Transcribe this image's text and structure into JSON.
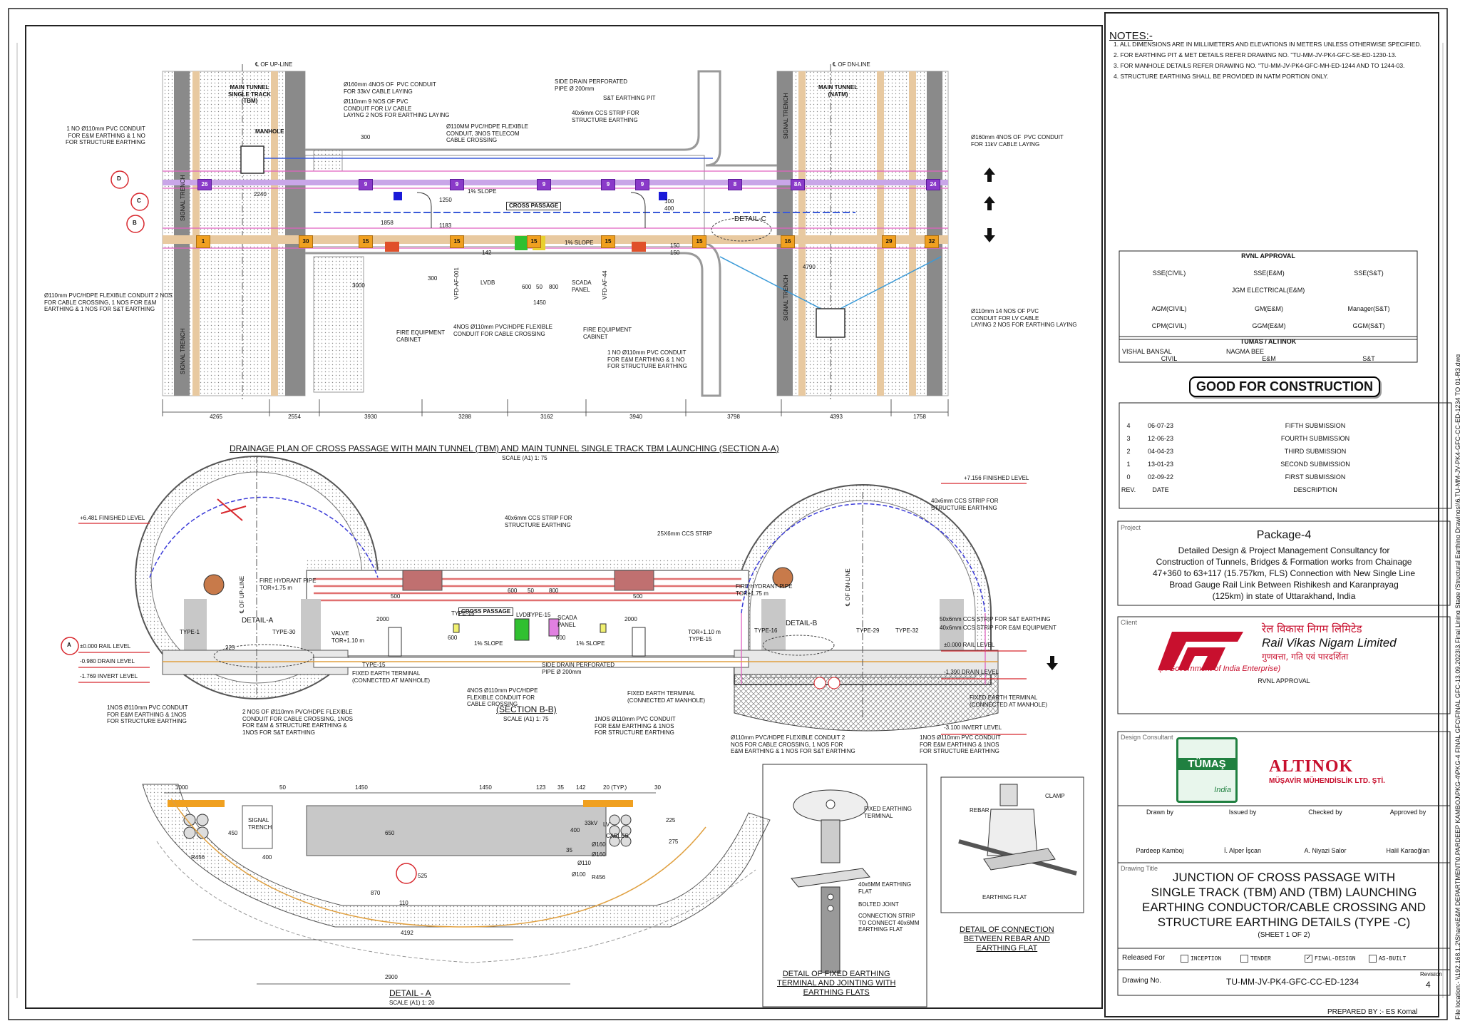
{
  "notes": {
    "title": "NOTES:-",
    "items": [
      "1.   ALL DIMENSIONS ARE IN MILLIMETERS AND ELEVATIONS IN METERS UNLESS OTHERWISE SPECIFIED.",
      "2.   FOR EARTHING PIT & MET DETAILS REFER DRAWING NO. \"TU-MM-JV-PK4-GFC-SE-ED-1230-13.",
      "3.   FOR MANHOLE DETAILS REFER DRAWING NO. \"TU-MM-JV-PK4-GFC-MH-ED-1244 AND TO 1244-03.",
      "4.   STRUCTURE EARTHING SHALL BE PROVIDED IN NATM PORTION ONLY."
    ]
  },
  "approval": {
    "title": "RVNL APPROVAL",
    "row1": [
      "SSE(CIVIL)",
      "SSE(E&M)",
      "SSE(S&T)"
    ],
    "row2": "JGM ELECTRICAL(E&M)",
    "row3": [
      "AGM(CIVIL)",
      "GM(E&M)",
      "Manager(S&T)"
    ],
    "row4": [
      "CPM(CIVIL)",
      "GGM(E&M)",
      "GGM(S&T)"
    ],
    "tumas_title": "TUMAS / ALTINOK",
    "names": [
      "VISHAL BANSAL",
      "NAGMA BEE"
    ],
    "disciplines": [
      "CIVIL",
      "E&M",
      "S&T"
    ]
  },
  "gfc_stamp": "GOOD FOR CONSTRUCTION",
  "revisions": {
    "rows": [
      {
        "rev": "4",
        "date": "06-07-23",
        "desc": "FIFTH SUBMISSION"
      },
      {
        "rev": "3",
        "date": "12-06-23",
        "desc": "FOURTH SUBMISSION"
      },
      {
        "rev": "2",
        "date": "04-04-23",
        "desc": "THIRD SUBMISSION"
      },
      {
        "rev": "1",
        "date": "13-01-23",
        "desc": "SECOND SUBMISSION"
      },
      {
        "rev": "0",
        "date": "02-09-22",
        "desc": "FIRST SUBMISSION"
      }
    ],
    "header": {
      "rev": "REV.",
      "date": "DATE",
      "desc": "DESCRIPTION"
    }
  },
  "project": {
    "label": "Project",
    "package": "Package-4",
    "lines": [
      "Detailed Design & Project Management Consultancy for",
      "Construction of Tunnels, Bridges & Formation works from Chainage",
      "47+360 to 63+117 (15.757km, FLS) Connection with New Single Line",
      "Broad Gauge Rail Link Between Rishikesh and Karanprayag",
      "(125km) in state of Uttarakhand, India"
    ]
  },
  "client": {
    "label": "Client",
    "name_hindi": "रेल विकास निगम लिमिटेड",
    "name": "Rail Vikas Nigam Limited",
    "motto": "गुणवत्ता, गति एवं पारदर्शिता",
    "gov": "(A Government of India Enterprise)",
    "approval": "RVNL APPROVAL"
  },
  "consultant": {
    "label": "Design Consultant",
    "tumas": "TÜMAŞ",
    "india": "India",
    "altinok": "ALTINOK",
    "altinok_sub": "MÜŞAVİR MÜHENDİSLİK LTD. ŞTİ.",
    "roles": [
      "Drawn by",
      "Issued by",
      "Checked by",
      "Approved by"
    ],
    "people": [
      "Pardeep Kamboj",
      "İ. Alper İşcan",
      "A. Niyazi Salor",
      "Halil Karaoğlan"
    ]
  },
  "drawing_title": {
    "label": "Drawing Title",
    "lines": [
      "JUNCTION OF CROSS PASSAGE WITH",
      "SINGLE TRACK (TBM) AND (TBM)  LAUNCHING",
      "EARTHING CONDUCTOR/CABLE CROSSING AND",
      "STRUCTURE EARTHING DETAILS (TYPE -C)"
    ],
    "sheet": "(SHEET 1 OF 2)"
  },
  "released": {
    "label": "Released For",
    "options": [
      "INCEPTION",
      "TENDER",
      "FINAL-DESIGN",
      "AS-BUILT"
    ],
    "checked": "FINAL-DESIGN"
  },
  "drawing_no": {
    "label": "Drawing No.",
    "value": "TU-MM-JV-PK4-GFC-CC-ED-1234",
    "rev_label": "Revision",
    "rev": "4"
  },
  "prepared_by": "PREPARED BY :- ES Komal",
  "file_location": "File location:- \\\\192.168.1.2\\Share\\E&M DEPARTMENT\\0.PARDEEP KAMBOJ\\PKG-4\\PKG-4 FINAL GFC\\FINAL GFC-13.09.2023\\3.Final Lining Stage (Structural Earthing Drawings)\\6.TU-MM-JV-PK4-GFC-CC-ED-1234 TO 01-R3.dwg",
  "plan": {
    "caption": "DRAINAGE  PLAN OF CROSS PASSAGE  WITH MAIN TUNNEL (TBM) AND MAIN TUNNEL SINGLE TRACK TBM LAUNCHING (SECTION A-A)",
    "scale": "SCALE (A1) 1: 75",
    "up_line": "℄ OF UP-LINE",
    "dn_line": "℄ OF DN-LINE",
    "main_tunnel_left": "MAIN TUNNEL\nSINGLE TRACK\n(TBM)",
    "main_tunnel_right": "MAIN TUNNEL\n(NATM)",
    "manhole": "MANHOLE",
    "signal_trench": "SIGNAL TRENCH",
    "cross_passage": "CROSS PASSAGE",
    "detail_c": "DETAIL-C",
    "slope": "1% SLOPE",
    "dims_bottom": [
      "4265",
      "2554",
      "3930",
      "3288",
      "3162",
      "3940",
      "3798",
      "4393",
      "1758"
    ],
    "pit_labels_top": [
      "26",
      "9",
      "9",
      "9",
      "9",
      "9",
      "8",
      "8A",
      "24"
    ],
    "pit_labels_bottom": [
      "1",
      "30",
      "15",
      "15",
      "15",
      "15",
      "15",
      "16",
      "29",
      "32"
    ],
    "dims_misc": [
      "300",
      "300",
      "3000",
      "2240",
      "1858",
      "1183",
      "1250",
      "142",
      "600",
      "50",
      "800",
      "1450",
      "400",
      "150",
      "4790",
      "100",
      "150"
    ],
    "notes": {
      "n1": "Ø160mm 4NOS OF  PVC CONDUIT\nFOR 33kV CABLE LAYING",
      "n2": "Ø110mm 9 NOS OF PVC\nCONDUIT FOR LV CABLE\nLAYING 2 NOS FOR EARTHING LAYING",
      "n3": "SIDE DRAIN PERFORATED\nPIPE Ø 200mm",
      "n4": "S&T EARTHING PIT",
      "n5": "40x6mm CCS STRIP FOR\nSTRUCTURE EARTHING",
      "n6": "Ø110MM PVC/HDPE FLEXIBLE\nCONDUIT, 3NOS TELECOM\nCABLE CROSSING",
      "n7": "1 NO Ø110mm PVC CONDUIT\nFOR E&M EARTHING & 1 NO\nFOR STRUCTURE EARTHING",
      "n8": "Ø160mm 4NOS OF  PVC CONDUIT\nFOR 11kV CABLE LAYING",
      "n9": "Ø110mm PVC/HDPE FLEXIBLE CONDUIT 2 NOS\nFOR CABLE CROSSING, 1 NOS FOR E&M\nEARTHING & 1 NOS FOR S&T EARTHING",
      "n10": "Ø110mm 14 NOS OF PVC\nCONDUIT FOR LV CABLE\nLAYING 2 NOS FOR EARTHING LAYING",
      "n11": "FIRE EQUIPMENT\nCABINET",
      "n12": "4NOS Ø110mm PVC/HDPE FLEXIBLE\nCONDUIT FOR CABLE CROSSING",
      "n13": "FIRE EQUIPMENT\nCABINET",
      "n14": "1 NO Ø110mm PVC CONDUIT\nFOR E&M EARTHING & 1 NO\nFOR STRUCTURE EARTHING",
      "n15": "LVDB",
      "n16": "SCADA\nPANEL",
      "n17": "VFD-AF-001",
      "n18": "VFD-AF-44"
    }
  },
  "section": {
    "caption": "(SECTION B-B)",
    "scale": "SCALE (A1) 1: 75",
    "labels": {
      "l1": "+6.481 FINISHED LEVEL",
      "l2": "+7.156 FINISHED LEVEL",
      "l3": "±0.000 RAIL LEVEL",
      "l4": "-0.980 DRAIN LEVEL",
      "l5": "-1.769 INVERT LEVEL",
      "l6": "±0.000 RAIL LEVEL",
      "l7": "-1.390 DRAIN LEVEL",
      "l8": "-3.100 INVERT LEVEL",
      "l9": "40x6mm CCS STRIP FOR\nSTRUCTURE EARTHING",
      "l10": "25X6mm CCS STRIP",
      "l11": "40x6mm CCS STRIP FOR\nSTRUCTURE EARTHING",
      "l12": "FIRE HYDRANT PIPE\nTOR+1.75 m",
      "l13": "FIRE HYDRANT PIPE\nTOR+1.75 m",
      "l14": "CROSS PASSAGE",
      "l15": "DETAIL-A",
      "l16": "DETAIL-B",
      "l17": "℄ OF UP-LINE",
      "l18": "℄ OF DN-LINE",
      "l19": "TYPE-1",
      "l20": "TYPE-30",
      "l21": "TYPE-15",
      "l22": "TYPE-15",
      "l23": "TYPE-15",
      "l24": "TYPE-16",
      "l25": "TYPE-29",
      "l26": "TYPE-32",
      "l27": "VALVE\nTOR+1.10 m",
      "l28": "TOR+1.10 m",
      "l29": "FIXED EARTH TERMINAL\n(CONNECTED AT MANHOLE)",
      "l30": "FIXED EARTH TERMINAL\n(CONNECTED AT MANHOLE)",
      "l31": "FIXED EARTH TERMINAL\n(CONNECTED AT MANHOLE)",
      "l32": "1NOS Ø110mm PVC CONDUIT\nFOR E&M EARTHING & 1NOS\nFOR STRUCTURE EARTHING",
      "l33": "2 NOS OF Ø110mm PVC/HDPE FLEXIBLE\nCONDUIT FOR CABLE CROSSING, 1NOS\nFOR E&M & STRUCTURE EARTHING &\n1NOS FOR S&T EARTHING",
      "l34": "4NOS Ø110mm PVC/HDPE\nFLEXIBLE CONDUIT FOR\nCABLE CROSSING",
      "l35": "SIDE DRAIN PERFORATED\nPIPE Ø 200mm",
      "l36": "1NOS Ø110mm PVC CONDUIT\nFOR E&M EARTHING & 1NOS\nFOR STRUCTURE EARTHING",
      "l37": "Ø110mm PVC/HDPE FLEXIBLE CONDUIT 2\nNOS FOR CABLE CROSSING, 1 NOS FOR\nE&M EARTHING & 1 NOS FOR S&T EARTHING",
      "l38": "1NOS Ø110mm PVC CONDUIT\nFOR E&M EARTHING & 1NOS\nFOR STRUCTURE EARTHING",
      "l39": "50x6mm CCS STRIP FOR S&T EARTHING",
      "l40": "40x6mm CCS STRIP FOR E&M EQUIPMENT",
      "l41": "LVDB",
      "l42": "SCADA\nPANEL",
      "l43": "1% SLOPE",
      "l44": "1% SLOPE",
      "l45": "TYPE-15"
    },
    "dims": [
      "500",
      "600",
      "50",
      "800",
      "500",
      "2000",
      "2000",
      "600",
      "600",
      "225"
    ]
  },
  "detail_a": {
    "caption": "DETAIL - A",
    "scale": "SCALE (A1) 1: 20",
    "dims_top": [
      "1000",
      "50",
      "1450",
      "1450",
      "123",
      "35",
      "142",
      "20 (TYP.)",
      "30"
    ],
    "labels": [
      "SIGNAL\nTRENCH",
      "33kV",
      "CABLES",
      "LV",
      "R456",
      "R456"
    ],
    "dims_misc": [
      "450",
      "400",
      "650",
      "525",
      "870",
      "110",
      "400",
      "35",
      "225",
      "275",
      "Ø160",
      "Ø160",
      "Ø110",
      "Ø100"
    ],
    "width": "4192",
    "bottom": "2900"
  },
  "detail_fixed": {
    "caption": "DETAIL OF FIXED EARTHING\nTERMINAL AND JOINTING WITH\nEARTHING FLATS",
    "labels": [
      "FIXED EARTHING\nTERMINAL",
      "40x6MM EARTHING\nFLAT",
      "BOLTED JOINT",
      "CONNECTION STRIP\nTO CONNECT 40x6MM\nEARTHING FLAT"
    ]
  },
  "detail_rebar": {
    "caption": "DETAIL OF CONNECTION\nBETWEEN REBAR AND\nEARTHING FLAT",
    "labels": [
      "CLAMP",
      "REBAR",
      "EARTHING FLAT"
    ]
  },
  "section_markers": [
    "D",
    "C",
    "B",
    "A"
  ],
  "colors": {
    "purple": "#8a3ac9",
    "orange": "#f0a020",
    "tan": "#e8c9a0",
    "grey_rail": "#7f7f7f",
    "blue": "#3a5ad8",
    "magenta": "#e060c0",
    "red": "#d8282e",
    "green": "#30c030"
  }
}
